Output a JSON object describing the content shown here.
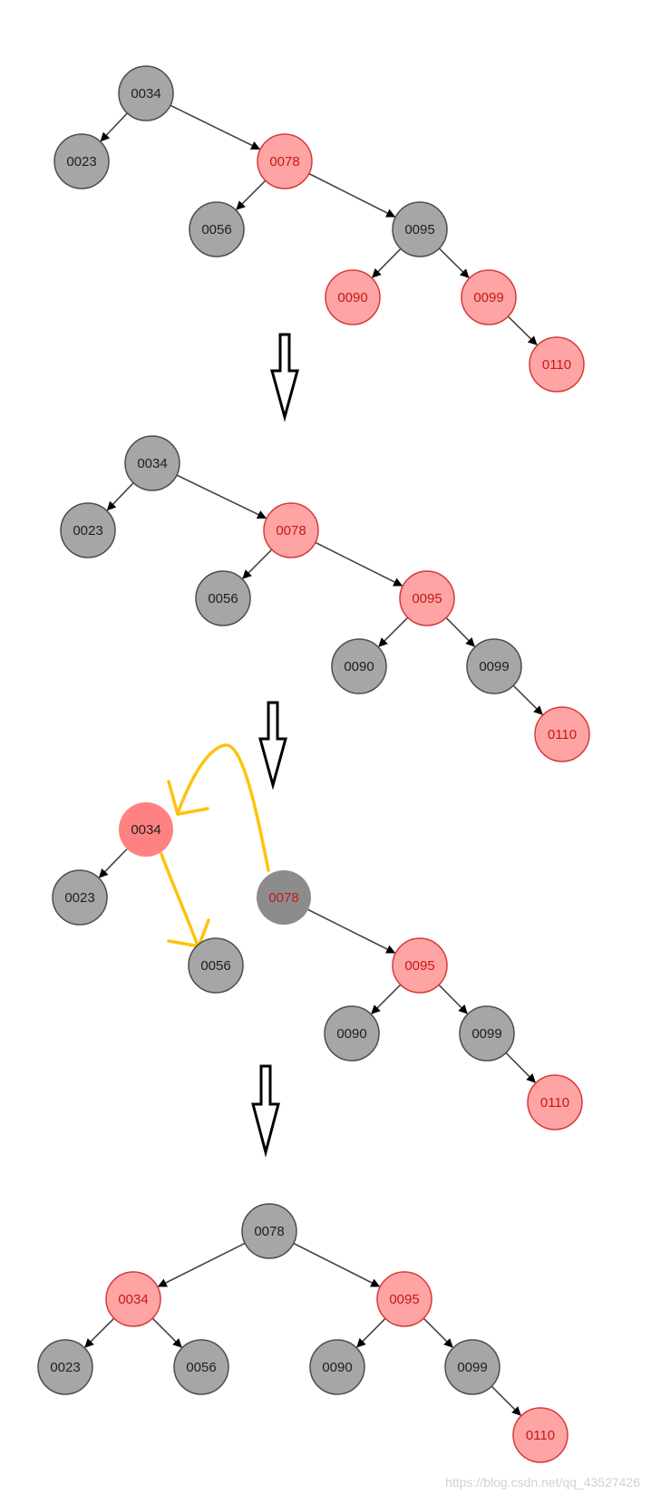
{
  "colors": {
    "black_fill": "#a6a6a6",
    "black_stroke": "#4d4d4d",
    "black_text": "#1f1f1f",
    "red_fill": "#ffa4a4",
    "red_stroke": "#d63a3a",
    "red_text": "#c41818",
    "hot_red_fill": "#ff8282",
    "dark_gray_fill": "#8c8c8c",
    "edge": "#444444",
    "step_arrow": "#000000",
    "annotation": "#ffc20e"
  },
  "stages": [
    {
      "nodes": [
        {
          "id": "a34",
          "label": "0034",
          "color": "black"
        },
        {
          "id": "a23",
          "label": "0023",
          "color": "black"
        },
        {
          "id": "a78",
          "label": "0078",
          "color": "red"
        },
        {
          "id": "a56",
          "label": "0056",
          "color": "black"
        },
        {
          "id": "a95",
          "label": "0095",
          "color": "black"
        },
        {
          "id": "a90",
          "label": "0090",
          "color": "red"
        },
        {
          "id": "a99",
          "label": "0099",
          "color": "red"
        },
        {
          "id": "a110",
          "label": "0110",
          "color": "red"
        }
      ],
      "edges": [
        [
          "a34",
          "a23"
        ],
        [
          "a34",
          "a78"
        ],
        [
          "a78",
          "a56"
        ],
        [
          "a78",
          "a95"
        ],
        [
          "a95",
          "a90"
        ],
        [
          "a95",
          "a99"
        ],
        [
          "a99",
          "a110"
        ]
      ]
    },
    {
      "nodes": [
        {
          "id": "b34",
          "label": "0034",
          "color": "black"
        },
        {
          "id": "b23",
          "label": "0023",
          "color": "black"
        },
        {
          "id": "b78",
          "label": "0078",
          "color": "red"
        },
        {
          "id": "b56",
          "label": "0056",
          "color": "black"
        },
        {
          "id": "b95",
          "label": "0095",
          "color": "red"
        },
        {
          "id": "b90",
          "label": "0090",
          "color": "black"
        },
        {
          "id": "b99",
          "label": "0099",
          "color": "black"
        },
        {
          "id": "b110",
          "label": "0110",
          "color": "red"
        }
      ],
      "edges": [
        [
          "b34",
          "b23"
        ],
        [
          "b34",
          "b78"
        ],
        [
          "b78",
          "b56"
        ],
        [
          "b78",
          "b95"
        ],
        [
          "b95",
          "b90"
        ],
        [
          "b95",
          "b99"
        ],
        [
          "b99",
          "b110"
        ]
      ]
    },
    {
      "nodes": [
        {
          "id": "c34",
          "label": "0034",
          "color": "hot_red"
        },
        {
          "id": "c23",
          "label": "0023",
          "color": "black"
        },
        {
          "id": "c78",
          "label": "0078",
          "color": "dark_gray"
        },
        {
          "id": "c56",
          "label": "0056",
          "color": "black"
        },
        {
          "id": "c95",
          "label": "0095",
          "color": "red"
        },
        {
          "id": "c90",
          "label": "0090",
          "color": "black"
        },
        {
          "id": "c99",
          "label": "0099",
          "color": "black"
        },
        {
          "id": "c110",
          "label": "0110",
          "color": "red"
        }
      ],
      "edges": [
        [
          "c34",
          "c23"
        ],
        [
          "c78",
          "c95"
        ],
        [
          "c95",
          "c90"
        ],
        [
          "c95",
          "c99"
        ],
        [
          "c99",
          "c110"
        ]
      ]
    },
    {
      "nodes": [
        {
          "id": "d78",
          "label": "0078",
          "color": "black"
        },
        {
          "id": "d34",
          "label": "0034",
          "color": "red"
        },
        {
          "id": "d95",
          "label": "0095",
          "color": "red"
        },
        {
          "id": "d23",
          "label": "0023",
          "color": "black"
        },
        {
          "id": "d56",
          "label": "0056",
          "color": "black"
        },
        {
          "id": "d90",
          "label": "0090",
          "color": "black"
        },
        {
          "id": "d99",
          "label": "0099",
          "color": "black"
        },
        {
          "id": "d110",
          "label": "0110",
          "color": "red"
        }
      ],
      "edges": [
        [
          "d78",
          "d34"
        ],
        [
          "d78",
          "d95"
        ],
        [
          "d34",
          "d23"
        ],
        [
          "d34",
          "d56"
        ],
        [
          "d95",
          "d90"
        ],
        [
          "d95",
          "d99"
        ],
        [
          "d99",
          "d110"
        ]
      ]
    }
  ],
  "watermark": "https://blog.csdn.net/qq_43527426"
}
